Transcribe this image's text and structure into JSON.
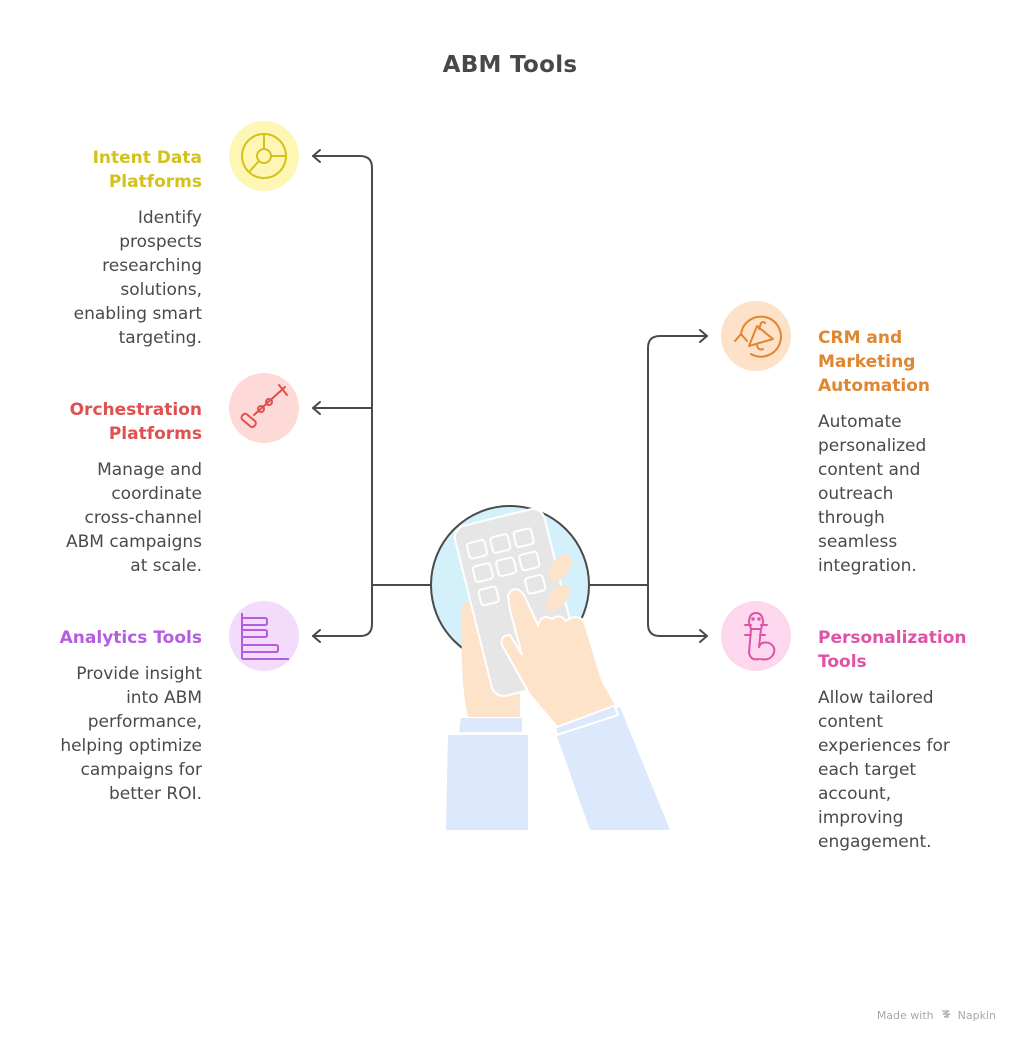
{
  "title": "ABM Tools",
  "colors": {
    "connector": "#4a4a4a",
    "intent": "#d4c21a",
    "intent_bg": "#fdf6b5",
    "orchestration": "#e0504f",
    "orchestration_bg": "#fdd9d8",
    "analytics": "#b55ddf",
    "analytics_bg": "#f3dcfb",
    "crm": "#e08530",
    "crm_bg": "#fde1c8",
    "personalization": "#e052a8",
    "personalization_bg": "#fdd7ee"
  },
  "items": [
    {
      "heading": "Intent Data Platforms",
      "heading_lines": [
        "Intent Data",
        "Platforms"
      ],
      "description": "Identify prospects researching solutions, enabling smart targeting.",
      "desc_lines": [
        "Identify",
        "prospects",
        "researching",
        "solutions,",
        "enabling smart",
        "targeting."
      ],
      "icon": "pie-chart-icon",
      "side": "left"
    },
    {
      "heading": "Orchestration Platforms",
      "heading_lines": [
        "Orchestration",
        "Platforms"
      ],
      "description": "Manage and coordinate cross-channel ABM campaigns at scale.",
      "desc_lines": [
        "Manage and",
        "coordinate",
        "cross-channel",
        "ABM campaigns",
        "at scale."
      ],
      "icon": "conductor-baton-icon",
      "side": "left"
    },
    {
      "heading": "Analytics Tools",
      "heading_lines": [
        "Analytics Tools"
      ],
      "description": "Provide insight into ABM performance, helping optimize campaigns for better ROI.",
      "desc_lines": [
        "Provide insight",
        "into ABM",
        "performance,",
        "helping optimize",
        "campaigns for",
        "better ROI."
      ],
      "icon": "bar-chart-icon",
      "side": "left"
    },
    {
      "heading": "CRM and Marketing Automation",
      "heading_lines": [
        "CRM and",
        "Marketing",
        "Automation"
      ],
      "description": "Automate personalized content and outreach through seamless integration.",
      "desc_lines": [
        "Automate",
        "personalized",
        "content and",
        "outreach",
        "through",
        "seamless",
        "integration."
      ],
      "icon": "megaphone-cycle-icon",
      "side": "right"
    },
    {
      "heading": "Personalization Tools",
      "heading_lines": [
        "Personalization",
        "Tools"
      ],
      "description": "Allow tailored content experiences for each target account, improving engagement.",
      "desc_lines": [
        "Allow tailored",
        "content",
        "experiences for",
        "each target",
        "account,",
        "improving",
        "engagement."
      ],
      "icon": "chameleon-icon",
      "side": "right"
    }
  ],
  "center_illustration": "hands-tapping-phone-illustration",
  "footer": {
    "made_with": "Made with",
    "brand": "Napkin"
  }
}
